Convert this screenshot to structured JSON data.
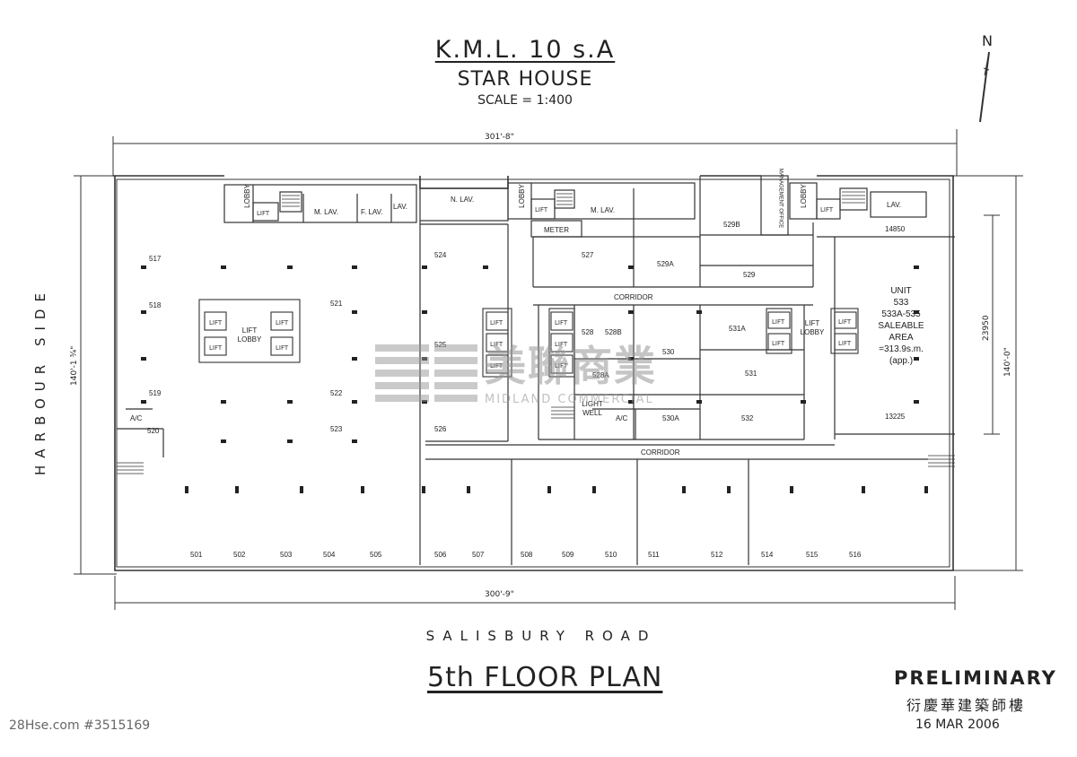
{
  "title": "K.M.L. 10 s.A",
  "building": "STAR HOUSE",
  "scale": "SCALE = 1:400",
  "north": "N",
  "road": "SALISBURY ROAD",
  "side": "HARBOUR SIDE",
  "floor_plan": "5th FLOOR PLAN",
  "preliminary": "PRELIMINARY",
  "authority_chinese": "衍慶華建築師樓",
  "date": "16 MAR 2006",
  "credit": "28Hse.com #3515169",
  "watermark": {
    "chinese": "美聯商業",
    "english": "MIDLAND COMMERCIAL"
  },
  "dimensions": {
    "top": "301'-8\"",
    "bottom": "300'-9\"",
    "left": "140'-1 ¾\"",
    "right": "140'-0\"",
    "right_inner": "23950"
  },
  "rooms": [
    {
      "label": "LOBBY"
    },
    {
      "label": "LIFT"
    },
    {
      "label": "M. LAV."
    },
    {
      "label": "F. LAV."
    },
    {
      "label": "LAV."
    },
    {
      "label": "N. LAV."
    },
    {
      "label": "LOBBY"
    },
    {
      "label": "LIFT"
    },
    {
      "label": "M. LAV."
    },
    {
      "label": "METER"
    },
    {
      "label": "MANAGEMENT OFFICE"
    },
    {
      "label": "LOBBY"
    },
    {
      "label": "LIFT"
    },
    {
      "label": "LAV."
    },
    {
      "label": "LIFT LOBBY"
    },
    {
      "label": "LIFT LOBBY"
    },
    {
      "label": "LIGHT WELL"
    },
    {
      "label": "A/C"
    },
    {
      "label": "A/C"
    }
  ],
  "corridors": [
    "CORRIDOR",
    "CORRIDOR"
  ],
  "units": [
    "517",
    "518",
    "519",
    "520",
    "521",
    "522",
    "523",
    "524",
    "525",
    "526",
    "527",
    "528",
    "528B",
    "528A",
    "529A",
    "529B",
    "529",
    "530",
    "530A",
    "531A",
    "531",
    "532",
    "501",
    "502",
    "503",
    "504",
    "505",
    "506",
    "507",
    "508",
    "509",
    "510",
    "511",
    "512",
    "514",
    "515",
    "516"
  ],
  "unit_533": {
    "line1": "UNIT",
    "line2": "533",
    "line3": "533A-535",
    "line4": "SALEABLE AREA",
    "line5": "=313.9s.m.",
    "line6": "(app.)",
    "dim_top": "14850",
    "dim_bottom": "13225"
  },
  "lift_label": "LIFT"
}
